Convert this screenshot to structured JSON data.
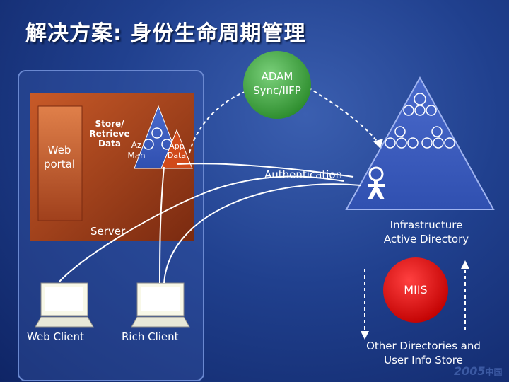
{
  "title": "解决方案: 身份生命周期管理",
  "labels": {
    "web_portal": "Web portal",
    "store_retrieve": "Store/ Retrieve Data",
    "az_man": "Az Man",
    "app_data": "App Data",
    "server": "Server",
    "adam": "ADAM Sync/IIFP",
    "authentication": "Authentication",
    "infrastructure_ad": "Infrastructure Active Directory",
    "miis": "MIIS",
    "web_client": "Web Client",
    "rich_client": "Rich Client",
    "other_directories": "Other Directories and User Info Store"
  },
  "logo": {
    "year": "2005",
    "region": "中国"
  },
  "colors": {
    "background": "#20408e",
    "server_box_border": "#5a78c8",
    "server_panel": "#b04a1e",
    "adam_circle": "#3c9a3c",
    "miis_circle": "#e00000",
    "triangle_blue": "#5070c8",
    "person_icon": "#ffffff"
  },
  "icons": {
    "web_portal": "portal-icon",
    "az_man": "triangle-tree-icon",
    "app_data": "triangle-data-icon",
    "active_directory": "forest-tree-icon",
    "user": "person-icon",
    "web_client": "monitor-icon",
    "rich_client": "monitor-icon"
  }
}
